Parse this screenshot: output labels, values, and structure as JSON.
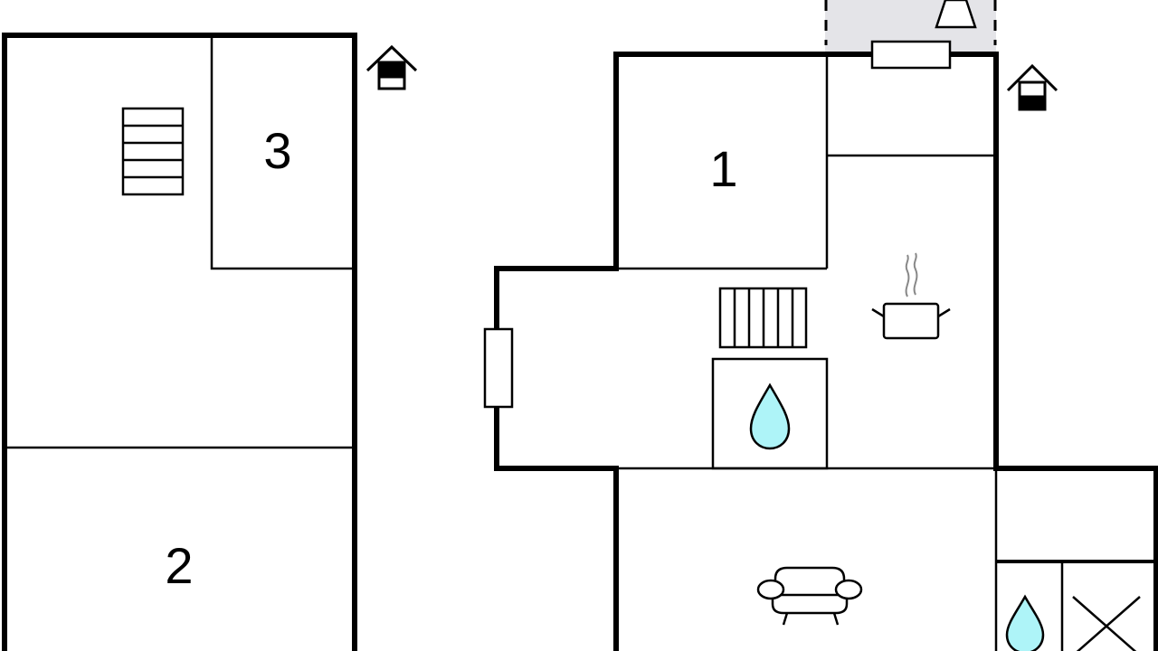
{
  "rooms": [
    {
      "label": "3"
    },
    {
      "label": "2"
    },
    {
      "label": "1"
    }
  ],
  "colors": {
    "wall": "#000000",
    "water": "#aef4f8",
    "terrace": "#e4e4e8"
  },
  "icons": [
    "staircase-icon",
    "entrance-house-icon",
    "kitchen-pot-icon",
    "bathroom-drop-icon",
    "living-sofa-icon",
    "radiator-icon",
    "window-icon",
    "terrace-lamp-icon",
    "wc-cross-icon"
  ]
}
